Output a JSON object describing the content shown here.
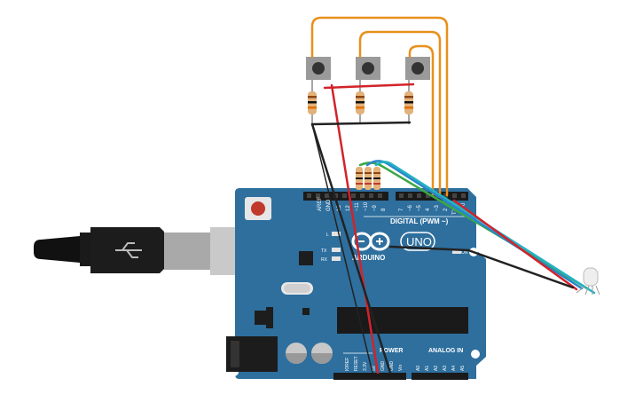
{
  "board": {
    "brand": "ARDUINO",
    "model": "UNO",
    "digital_label": "DIGITAL (PWM ~)",
    "power_label": "POWER",
    "analog_label": "ANALOG IN",
    "aref": "AREF",
    "gnd": "GND",
    "tx": "TX",
    "rx": "RX",
    "l": "L",
    "on": "ON",
    "digital_pins": [
      "13",
      "12",
      "~11",
      "~10",
      "~9",
      "8",
      "7",
      "~6",
      "~5",
      "4",
      "~3",
      "2",
      "TX 1",
      "RX 0"
    ],
    "power_pins": [
      "IOREF",
      "RESET",
      "3.3V",
      "5V",
      "GND",
      "GND",
      "Vin"
    ],
    "analog_pins": [
      "A0",
      "A1",
      "A2",
      "A3",
      "A4",
      "A5"
    ]
  },
  "colors": {
    "board": "#2e6f9e",
    "orange_wire": "#e8901c",
    "red_wire": "#d2232a",
    "black_wire": "#222222",
    "green_wire": "#3aa845",
    "blue_wire": "#2a86c9",
    "cyan_wire": "#23b1c4"
  },
  "icons": {
    "usb_cable": "usb-cable-icon",
    "power_jack": "dc-jack-icon",
    "reset": "reset-button-icon"
  }
}
